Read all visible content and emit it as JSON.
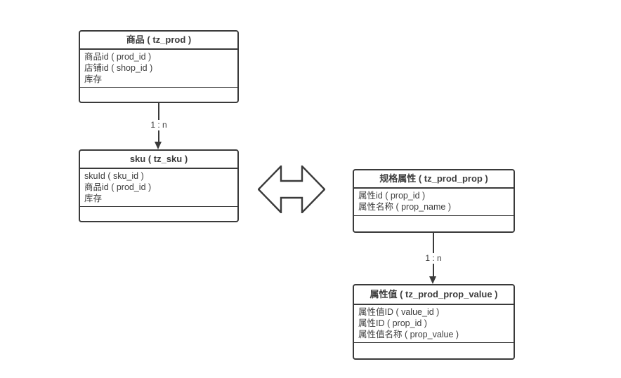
{
  "diagram": {
    "background": "#ffffff",
    "colors": {
      "border": "#3a3a3a",
      "text": "#3d3d3d",
      "arrow": "#3a3a3a"
    },
    "entities": [
      {
        "title": "商品 ( tz_prod )",
        "fields": [
          "商品id ( prod_id )",
          "店铺id ( shop_id )",
          "库存"
        ]
      },
      {
        "title": "sku ( tz_sku )",
        "fields": [
          "skuId ( sku_id )",
          "商品id ( prod_id )",
          "库存"
        ]
      },
      {
        "title": "规格属性 ( tz_prod_prop )",
        "fields": [
          "属性id ( prop_id )",
          "属性名称 ( prop_name )"
        ]
      },
      {
        "title": "属性值 ( tz_prod_prop_value )",
        "fields": [
          "属性值ID ( value_id )",
          "属性ID ( prop_id )",
          "属性值名称 ( prop_value )"
        ]
      }
    ],
    "connectors": [
      {
        "from": "商品 ( tz_prod )",
        "to": "sku ( tz_sku )",
        "label": "1 : n"
      },
      {
        "from": "规格属性 ( tz_prod_prop )",
        "to": "属性值 ( tz_prod_prop_value )",
        "label": "1 : n"
      }
    ],
    "link_shape": "double-headed-arrow"
  }
}
